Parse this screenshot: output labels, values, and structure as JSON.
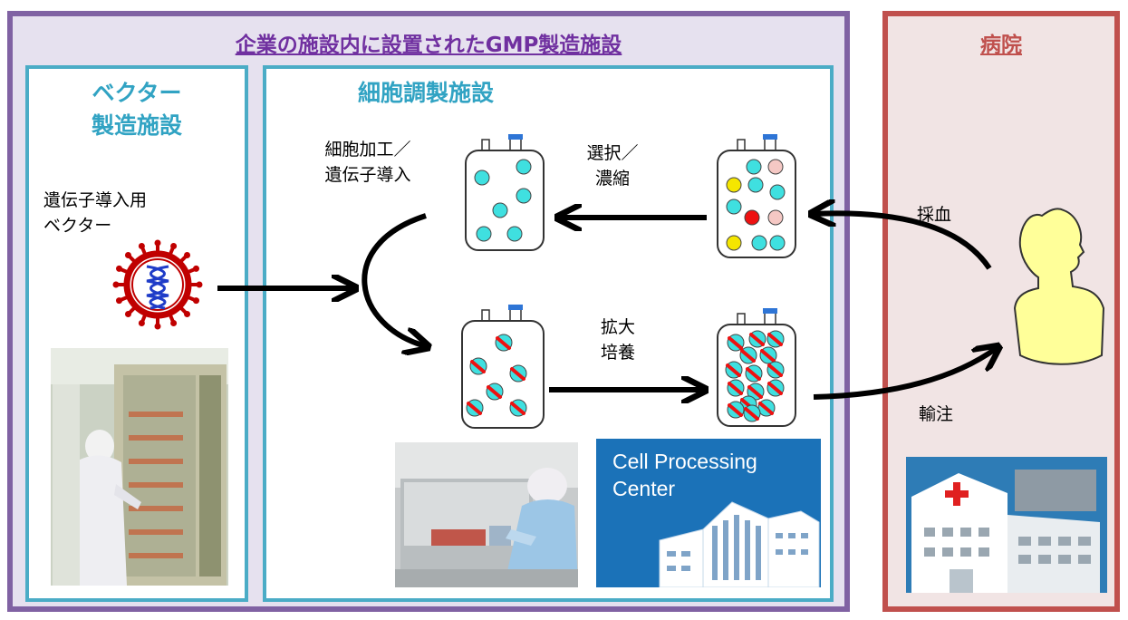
{
  "company": {
    "title": "企業の施設内に設置されたGMP製造施設"
  },
  "vector_facility": {
    "title_line1": "ベクター",
    "title_line2": "製造施設",
    "label_line1": "遺伝子導入用",
    "label_line2": "ベクター"
  },
  "cell_facility": {
    "title": "細胞調製施設",
    "processing_line1": "細胞加工／",
    "processing_line2": "遺伝子導入",
    "selection_line1": "選択／",
    "selection_line2": "濃縮",
    "expansion_line1": "拡大",
    "expansion_line2": "培養",
    "cpc_line1": "Cell Processing",
    "cpc_line2": "Center"
  },
  "hospital": {
    "title": "病院",
    "blood_collection": "採血",
    "infusion": "輸注"
  },
  "colors": {
    "company_border": "#8062a3",
    "company_fill": "#e6e1ef",
    "hospital_border": "#c0504d",
    "hospital_fill": "#f1e4e4",
    "facility_border": "#4bacc6",
    "facility_title": "#31a3c3",
    "cpc_panel": "#1b72b8",
    "cell_cyan": "#3fe0e0",
    "cell_yellow": "#f5e600",
    "cell_pink": "#f5c8c4",
    "cell_red": "#ee1111",
    "patient": "#ffff99"
  }
}
